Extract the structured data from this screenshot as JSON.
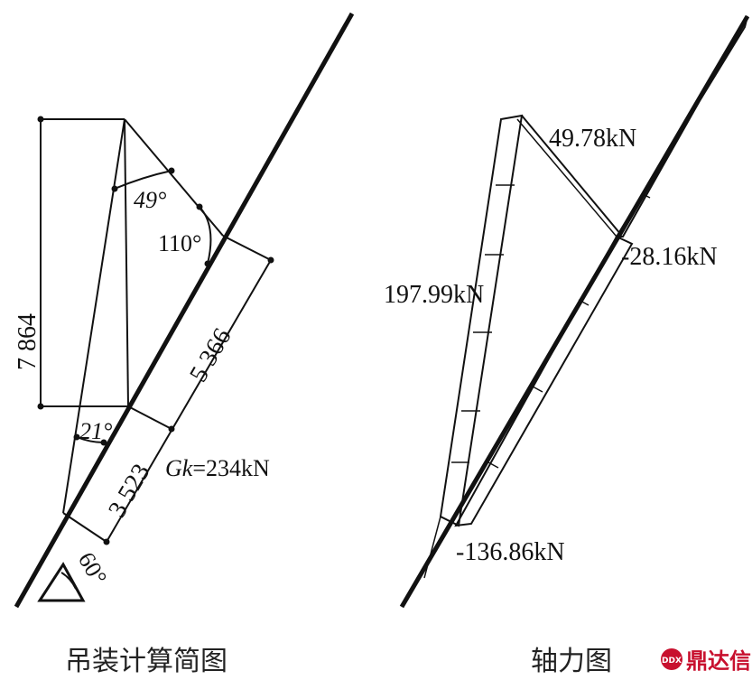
{
  "left_diagram": {
    "caption": "吊装计算简图",
    "dim_vertical": "7 864",
    "dim_upper": "5 366",
    "dim_lower": "3 523",
    "angle_top": "49°",
    "angle_mid": "110°",
    "angle_low": "21°",
    "angle_base": "60°",
    "load_symbol": "Gk",
    "load_value": "=234kN"
  },
  "right_diagram": {
    "caption": "轴力图",
    "force_top": "49.78kN",
    "force_mid": "-28.16kN",
    "force_left": "197.99kN",
    "force_bottom": "-136.86kN"
  },
  "logo": {
    "text": "鼎达信",
    "badge": "DDX",
    "color": "#c8102e"
  }
}
